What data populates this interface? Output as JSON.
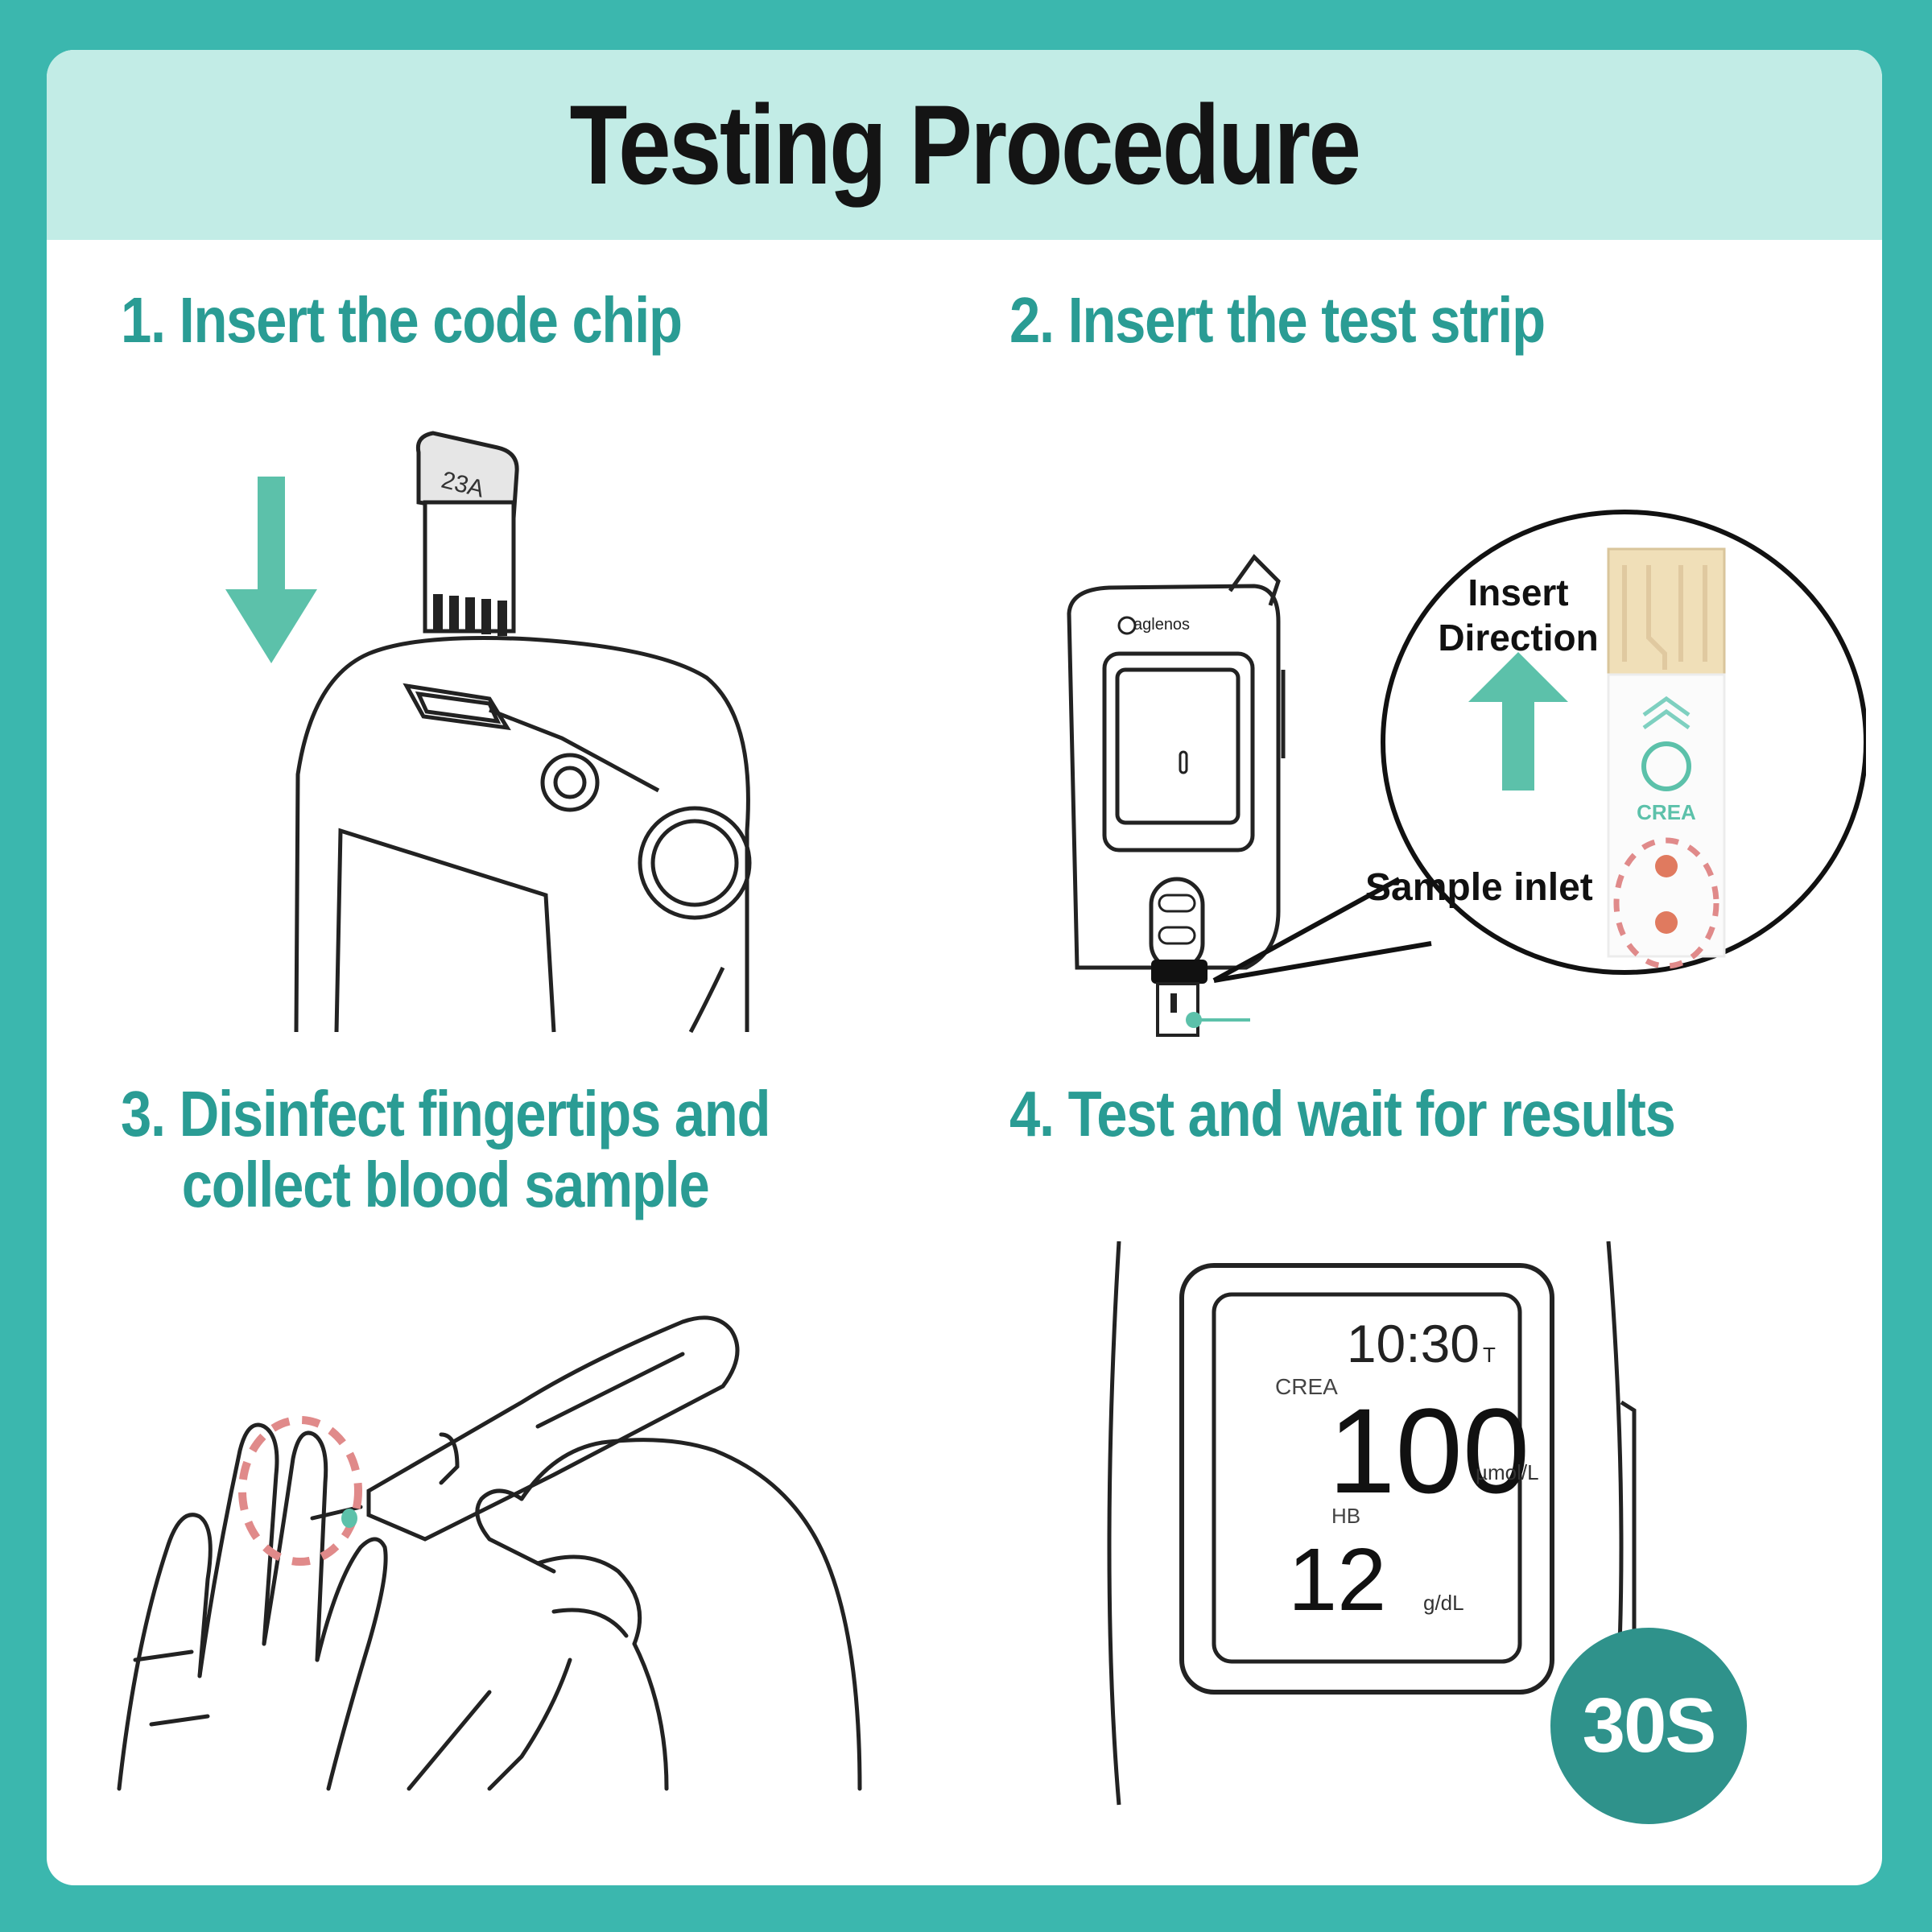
{
  "title": "Testing Procedure",
  "colors": {
    "teal": "#3bb7ae",
    "header_bg": "#c2ece6",
    "step_text": "#2a9c94",
    "badge": "#2f928b",
    "sample_dot": "#e07a5f",
    "dash": "#e08a8a"
  },
  "steps": [
    {
      "label": "1. Insert the code chip"
    },
    {
      "label": "2. Insert the test strip"
    },
    {
      "label_line1": "3. Disinfect fingertips and",
      "label_line2": "collect blood sample"
    },
    {
      "label": "4. Test and wait for results"
    }
  ],
  "code_chip": {
    "code": "23A"
  },
  "strip_callout": {
    "insert_line1": "Insert",
    "insert_line2": "Direction",
    "sample_inlet": "Sample inlet",
    "strip_brand": "CREA",
    "meter_brand": "aglenos"
  },
  "meter_display": {
    "time": "10:30",
    "time_suffix": "T",
    "crea_label": "CREA",
    "crea_value": "100",
    "crea_unit": "µmol/L",
    "hb_label": "HB",
    "hb_value": "12",
    "hb_unit": "g/dL"
  },
  "timer_badge": "30S"
}
